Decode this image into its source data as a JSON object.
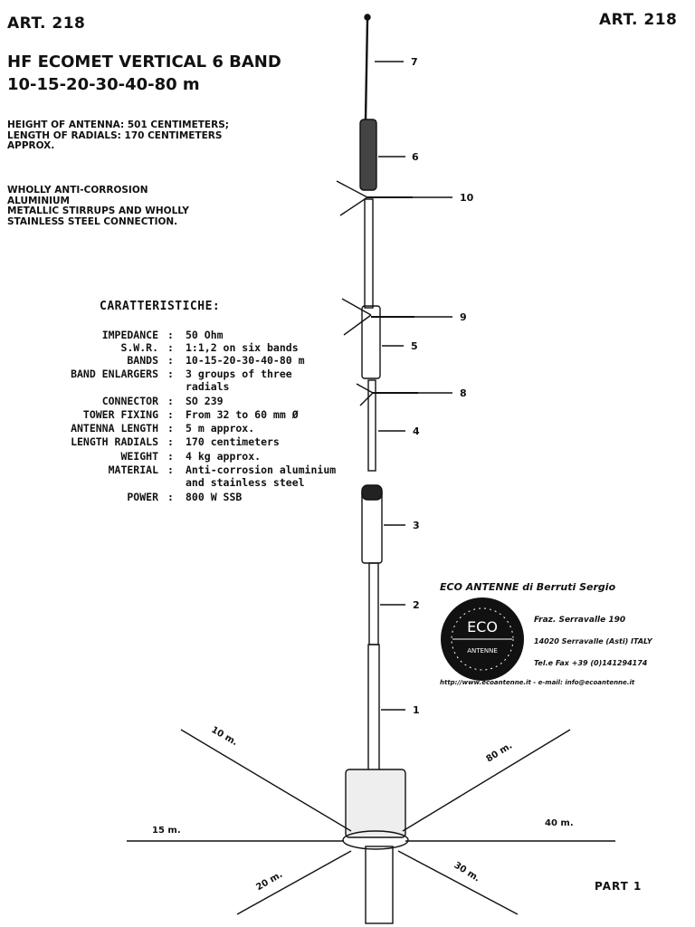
{
  "header": {
    "art_left": "ART. 218",
    "art_right": "ART. 218"
  },
  "title": {
    "line1": "HF ECOMET VERTICAL 6 BAND",
    "line2": "10-15-20-30-40-80 m"
  },
  "description": {
    "height": [
      "HEIGHT OF ANTENNA: 501 CENTIMETERS;",
      "LENGTH OF RADIALS: 170 CENTIMETERS",
      "APPROX."
    ],
    "materials": [
      "WHOLLY ANTI-CORROSION",
      "ALUMINIUM",
      "METALLIC STIRRUPS AND WHOLLY",
      "STAINLESS STEEL CONNECTION."
    ]
  },
  "specs": {
    "heading": "CARATTERISTICHE:",
    "rows": [
      {
        "label": "IMPEDANCE",
        "value": [
          "50 Ohm"
        ]
      },
      {
        "label": "S.W.R.",
        "value": [
          "1:1,2 on six bands"
        ]
      },
      {
        "label": "BANDS",
        "value": [
          "10-15-20-30-40-80 m"
        ]
      },
      {
        "label": "BAND ENLARGERS",
        "value": [
          "3 groups of three",
          "radials"
        ]
      },
      {
        "label": "CONNECTOR",
        "value": [
          "SO 239"
        ]
      },
      {
        "label": "TOWER FIXING",
        "value": [
          "From 32 to 60 mm Ø"
        ]
      },
      {
        "label": "ANTENNA LENGTH",
        "value": [
          "5 m approx."
        ]
      },
      {
        "label": "LENGTH RADIALS",
        "value": [
          "170 centimeters"
        ]
      },
      {
        "label": "WEIGHT",
        "value": [
          "4 kg approx."
        ]
      },
      {
        "label": "MATERIAL",
        "value": [
          "Anti-corrosion aluminium",
          "and stainless steel"
        ]
      },
      {
        "label": "POWER",
        "value": [
          "800 W SSB"
        ]
      }
    ]
  },
  "company": {
    "name": "ECO ANTENNE di Berruti Sergio",
    "logo_main": "ECO",
    "logo_sub": "ANTENNE",
    "address1": "Fraz. Serravalle 190",
    "address2": "14020 Serravalle (Asti) ITALY",
    "phone": "Tel.e Fax +39 (0)141294174",
    "web": "http://www.ecoantenne.it - e-mail: info@ecoantenne.it"
  },
  "part_labels": [
    "1",
    "2",
    "3",
    "4",
    "5",
    "6",
    "7",
    "8",
    "9",
    "10"
  ],
  "radial_labels": {
    "r10": "10 m.",
    "r80": "80 m.",
    "r15": "15 m.",
    "r40": "40 m.",
    "r20": "20 m.",
    "r30": "30 m."
  },
  "footer": "PART 1"
}
